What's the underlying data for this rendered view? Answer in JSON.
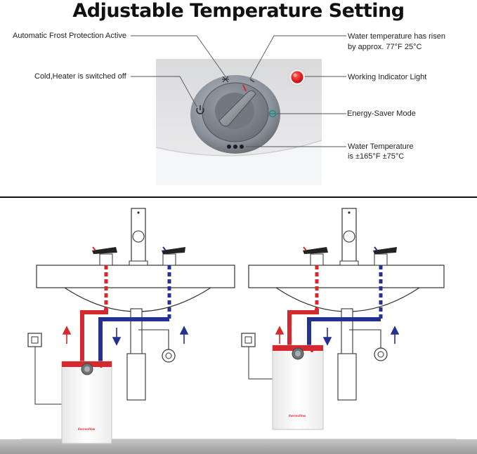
{
  "title": "Adjustable Temperature Setting",
  "labels": {
    "frost": "Automatic Frost Protection Active",
    "cold": "Cold,Heater is switched off",
    "risen_line1": "Water temperature has risen",
    "risen_line2": "by approx. 77°F  25°C",
    "indicator": "Working Indicator Light",
    "energy": "Energy-Saver Mode",
    "max_line1": "Water Temperature",
    "max_line2": "is ±165°F  ±75°C"
  },
  "brand": "thermoflow",
  "colors": {
    "hot_pipe": "#d42a2f",
    "cold_pipe": "#24318f",
    "indicator_light": "#e32022",
    "heater_body": "#ffffff",
    "floor": "#a9a9a9"
  },
  "icons": [
    "snowflake-icon",
    "power-icon",
    "eco-mode-icon",
    "heat-dots-icon",
    "hot-arrow-up-icon",
    "cold-arrow-down-icon",
    "cold-arrow-up-icon"
  ]
}
